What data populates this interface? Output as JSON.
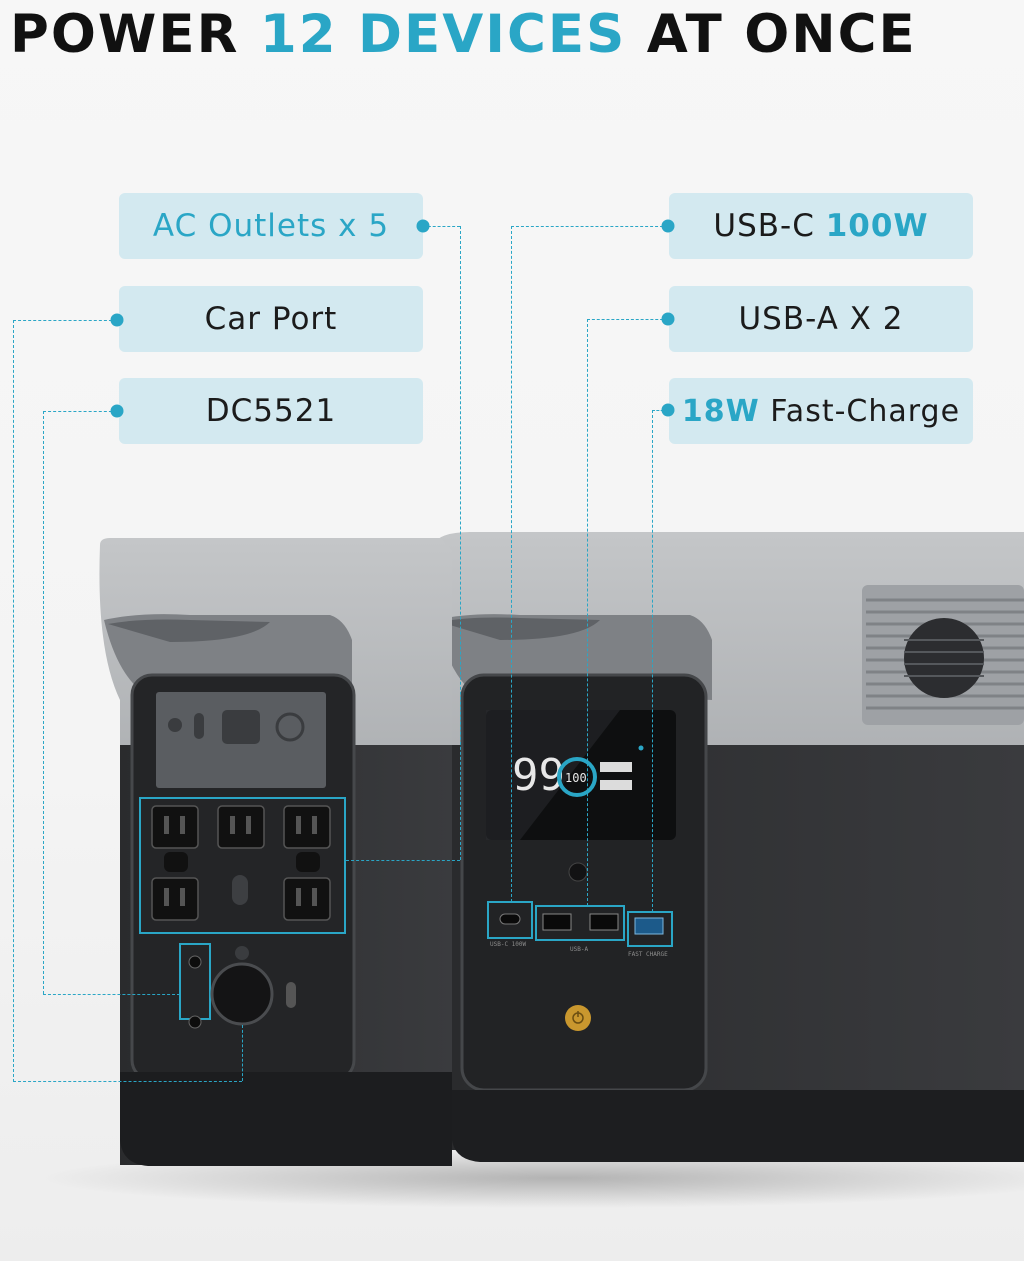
{
  "headline": {
    "pre": "POWER ",
    "accent": "12 DEVICES",
    "post": " AT ONCE"
  },
  "labels": {
    "ac_outlets": "AC Outlets x 5",
    "car_port": "Car Port",
    "dc5521": "DC5521",
    "usbc_pre": "USB-C ",
    "usbc_accent": "100W",
    "usba": "USB-A X 2",
    "fast_accent": "18W",
    "fast_post": " Fast-Charge"
  },
  "display": {
    "percent": "99",
    "ring": "100"
  },
  "colors": {
    "accent": "#2aa6c6",
    "box": "#d3e9f0",
    "text": "#111111"
  }
}
